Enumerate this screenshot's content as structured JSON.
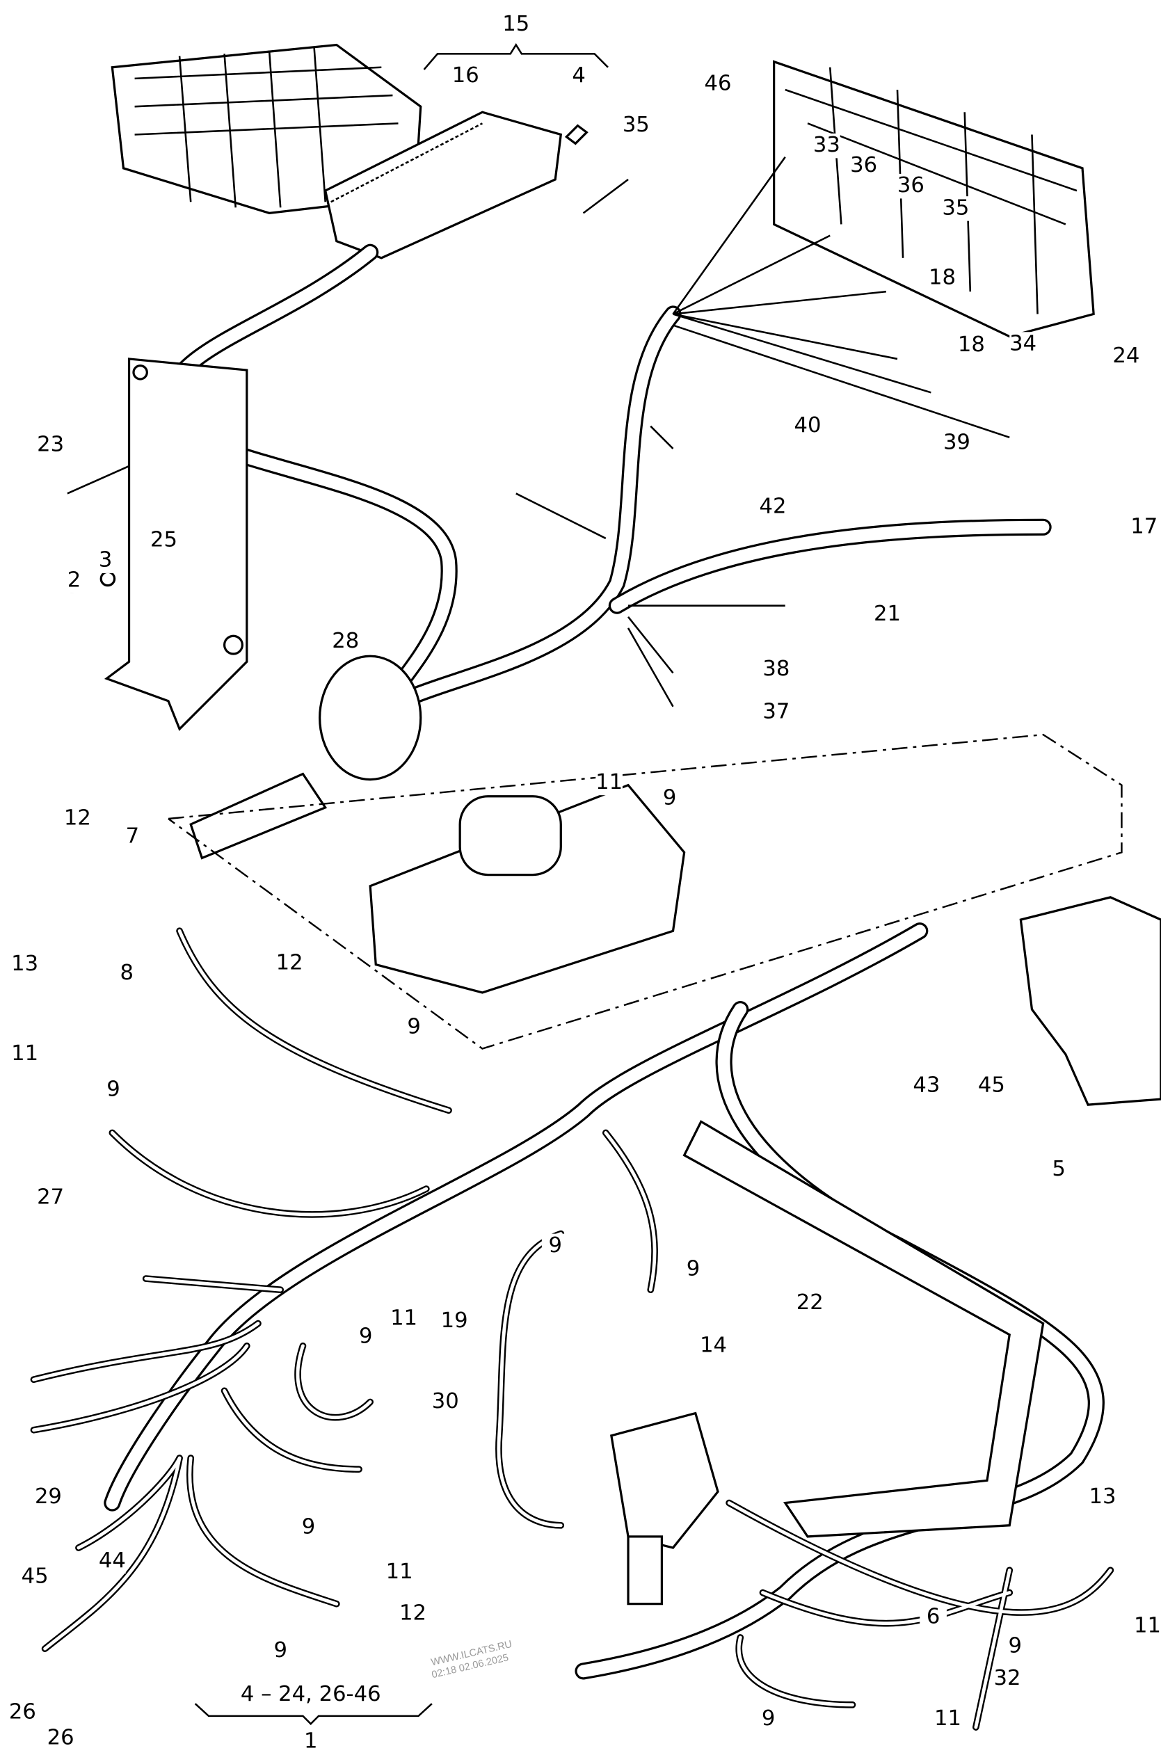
{
  "diagram": {
    "part_labels": [
      "15",
      "16",
      "4",
      "46",
      "35",
      "33",
      "36",
      "36",
      "35",
      "18",
      "18",
      "34",
      "24",
      "40",
      "39",
      "23",
      "42",
      "17",
      "25",
      "2",
      "3",
      "21",
      "28",
      "38",
      "37",
      "11",
      "9",
      "12",
      "7",
      "13",
      "8",
      "12",
      "9",
      "11",
      "9",
      "43",
      "45",
      "5",
      "27",
      "9",
      "9",
      "22",
      "11",
      "19",
      "14",
      "9",
      "30",
      "29",
      "13",
      "9",
      "11",
      "44",
      "45",
      "12",
      "6",
      "9",
      "11",
      "9",
      "32",
      "26",
      "26",
      "9",
      "11"
    ],
    "group_range": "4 – 24,  26-46",
    "group_number": "1"
  },
  "watermark": {
    "site": "WWW.ILCATS.RU",
    "timestamp": "02:18 02.06.2025"
  }
}
